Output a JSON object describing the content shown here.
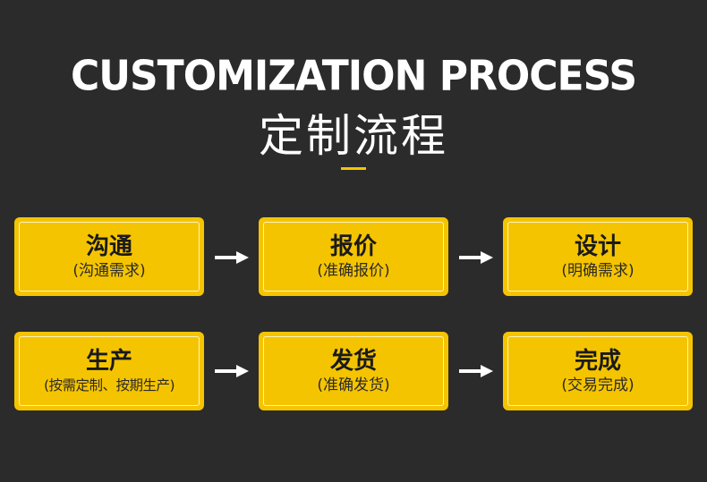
{
  "title_en": "CUSTOMIZATION PROCESS",
  "title_cn": "定制流程",
  "steps": [
    {
      "title": "沟通",
      "sub": "(沟通需求)"
    },
    {
      "title": "报价",
      "sub": "(准确报价)"
    },
    {
      "title": "设计",
      "sub": "(明确需求)"
    },
    {
      "title": "生产",
      "sub": "(按需定制、按期生产)"
    },
    {
      "title": "发货",
      "sub": "(准确发货)"
    },
    {
      "title": "完成",
      "sub": "(交易完成)"
    }
  ],
  "colors": {
    "background": "#2b2b2b",
    "accent": "#f5c400",
    "title": "#ffffff"
  },
  "icons": [
    "arrow-right-icon"
  ]
}
